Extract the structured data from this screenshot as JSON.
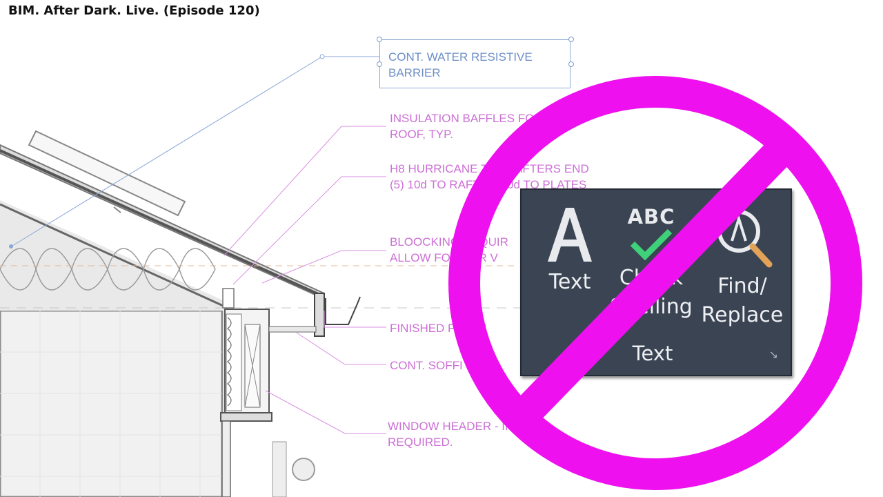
{
  "video_title": "BIM. After Dark. Live. (Episode 120)",
  "annotations": {
    "water_barrier": [
      "CONT. WATER RESISTIVE",
      "BARRIER"
    ],
    "baffles": [
      "INSULATION BAFFLES FO",
      "ROOF, TYP."
    ],
    "hurricane": [
      "H8 HURRICANE TI        H RAFTERS END",
      "(5) 10d TO RAFT    (5) 10d TO PLATES"
    ],
    "blocking": [
      "BLOOCKING    REQUIR",
      "ALLOW FO     OPER V"
    ],
    "trim": [
      "FINISHED F     TRIM"
    ],
    "soffit": [
      "CONT. SOFFI        T"
    ],
    "window_header": [
      "WINDOW HEADER - IN         E AS",
      "REQUIRED."
    ]
  },
  "ribbon": {
    "text_button": "Text",
    "spell_icon_caption": "ABC",
    "spell_line1": "Check",
    "spell_line2": "Spelling",
    "find_line1": "Find/",
    "find_line2": "Replace",
    "panel_title": "Text"
  },
  "colors": {
    "prohibit_sign": "#ee10ee",
    "annotation_pink": "#cc6fd6",
    "annotation_blue": "#6d8fc7",
    "ribbon_bg": "#3b4453",
    "check_green": "#3fd07a",
    "magnifier_handle": "#e2a257"
  },
  "icons": [
    "text-large-a-icon",
    "spell-check-icon",
    "find-replace-magnifier-icon",
    "panel-launcher-arrow-icon",
    "prohibited-sign-icon"
  ]
}
